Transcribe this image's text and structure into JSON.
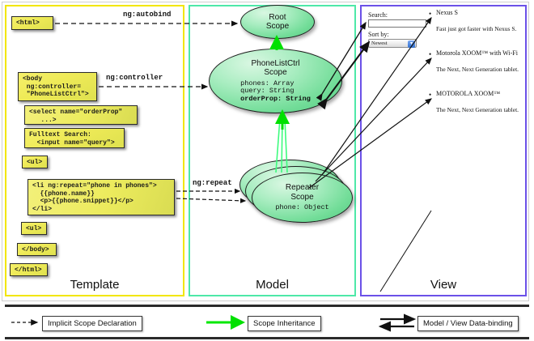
{
  "diagram": {
    "title": "AngularJS Template / Model / View scope diagram",
    "columns": [
      {
        "key": "template",
        "label": "Template",
        "border_color": "#f2e600"
      },
      {
        "key": "model",
        "label": "Model",
        "border_color": "#4ee8a8"
      },
      {
        "key": "view",
        "label": "View",
        "border_color": "#6b51e8"
      }
    ]
  },
  "template": {
    "boxes": [
      {
        "name": "html-open-box",
        "text": "<html>"
      },
      {
        "name": "body-controller-box",
        "text": "<body\n ng:controller=\n \"PhoneListCtrl\">"
      },
      {
        "name": "select-orderprop-box",
        "text": "<select name=\"orderProp\"\n   ...>"
      },
      {
        "name": "fulltext-search-box",
        "text": "Fulltext Search:\n  <input name=\"query\">"
      },
      {
        "name": "ul-open-box",
        "text": "<ul>"
      },
      {
        "name": "li-repeat-box",
        "text": "<li ng:repeat=\"phone in phones\">\n  {{phone.name}}\n  <p>{{phone.snippet}}</p>\n</li>"
      },
      {
        "name": "ul-close-box",
        "text": "<ul>"
      },
      {
        "name": "body-close-box",
        "text": "</body>"
      },
      {
        "name": "html-close-box",
        "text": "</html>"
      }
    ]
  },
  "model": {
    "scopes": [
      {
        "name": "root-scope",
        "title": "Root\nScope",
        "props": []
      },
      {
        "name": "phonelistctrl-scope",
        "title": "PhoneListCtrl\nScope",
        "props": [
          {
            "text": "phones: Array",
            "bold": false
          },
          {
            "text": "query: String",
            "bold": false
          },
          {
            "text": "orderProp: String",
            "bold": true
          }
        ]
      },
      {
        "name": "repeater-scope",
        "title": "Repeater\nScope",
        "props": [
          {
            "text": "phone: Object",
            "bold": false
          }
        ]
      }
    ]
  },
  "view": {
    "search_label": "Search:",
    "search_value": "",
    "sort_label": "Sort by:",
    "sort_selected": "Newest",
    "sort_options": [
      "Newest"
    ],
    "phones": [
      {
        "name": "Nexus S",
        "snippet": "Fast just got faster with Nexus S."
      },
      {
        "name": "Motorola XOOM™ with Wi-Fi",
        "snippet": "The Next, Next Generation tablet."
      },
      {
        "name": "MOTOROLA XOOM™",
        "snippet": "The Next, Next Generation tablet."
      }
    ]
  },
  "edges": {
    "ng_autobind": "ng:autobind",
    "ng_controller": "ng:controller",
    "ng_repeat": "ng:repeat"
  },
  "legend": {
    "items": [
      {
        "name": "legend-implicit-scope-declaration",
        "label": "Implicit Scope Declaration",
        "style": "dashed-arrow",
        "color": "#1a1a1a"
      },
      {
        "name": "legend-scope-inheritance",
        "label": "Scope Inheritance",
        "style": "solid-arrow",
        "color": "#00e800"
      },
      {
        "name": "legend-model-view-data-binding",
        "label": "Model / View Data-binding",
        "style": "double-arrow",
        "color": "#1a1a1a"
      }
    ]
  }
}
